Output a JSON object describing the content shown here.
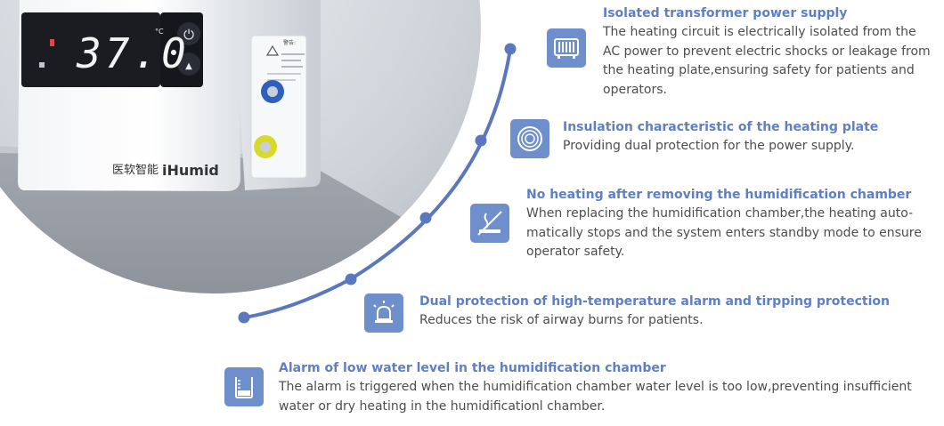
{
  "device": {
    "display_temp": "37.0",
    "display_unit": "°C",
    "brand_cn": "医软智能",
    "brand_en": "iHumid",
    "label_heading": "警告:"
  },
  "colors": {
    "accent": "#5e7fc4",
    "icon_bg": "#6f8fcc",
    "timeline": "#5b77bd",
    "text": "#4d4d4d"
  },
  "features": [
    {
      "icon": "transformer-icon",
      "title": "Isolated transformer power supply",
      "desc": "The heating circuit is electrically isolated from the AC power to prevent electric shocks or leakage from the heating plate,ensuring safety for patients and operators."
    },
    {
      "icon": "heating-plate-icon",
      "title": "Insulation characteristic of the heating plate",
      "desc": "Providing dual protection for the power supply."
    },
    {
      "icon": "no-heating-icon",
      "title": "No heating after removing the humidification chamber",
      "desc": "When replacing the humidification chamber,the heating auto-matically stops and the system enters standby mode to ensure operator safety."
    },
    {
      "icon": "alarm-light-icon",
      "title": "Dual protection of high-temperature alarm and tirpping protection",
      "desc": "Reduces the risk of airway burns for patients."
    },
    {
      "icon": "water-level-icon",
      "title": "Alarm of low water level in the humidification chamber",
      "desc": "The alarm is triggered when the humidification chamber water level is too low,preventing insufficient water or dry heating in the humidificationl chamber."
    }
  ]
}
